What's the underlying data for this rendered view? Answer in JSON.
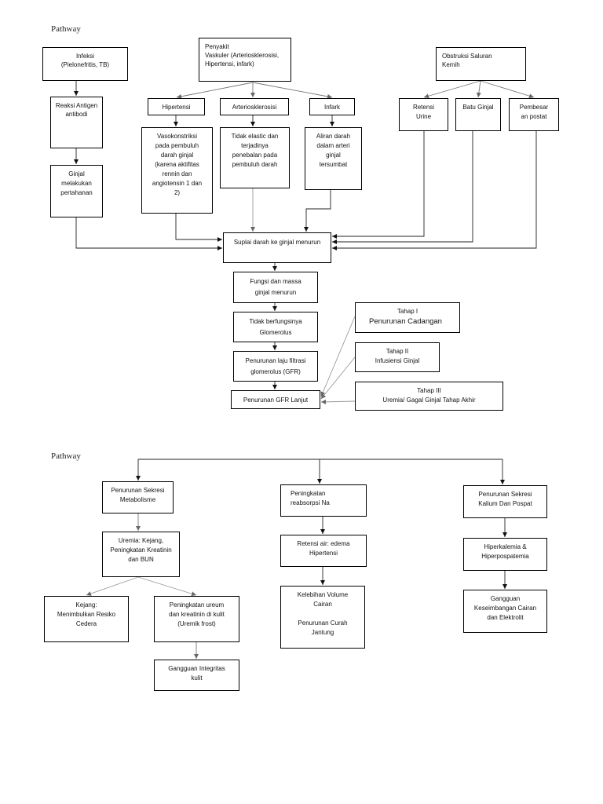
{
  "p1": {
    "heading": "Pathway",
    "nodes": {
      "infeksi": "Infeksi\n(Pielonefritis, TB)",
      "penyakit_vaskuler": "Penyakit\nVaskuler (Arteriosklerosisi,\nHipertensi, infark)",
      "obstruksi": "Obstruksi Saluran\nKemih",
      "reaksi_antigen": "Reaksi Antigen\nantibodi",
      "hipertensi": "Hipertensi",
      "arteriosklerosisi": "Arteriosklerosisi",
      "infark": "Infark",
      "retensi_urine": "Retensi\nUrine",
      "batu_ginjal": "Batu Ginjal",
      "pembesaran_postat": "Pembesar\nan postat",
      "vasokonstriksi": "Vasokonstriksi\npada pembuluh\ndarah ginjal\n(karena aktifitas\nrennin dan\nangiotensin 1 dan\n2)",
      "tidak_elastic": "Tidak elastic dan\nterjadinya\npenebalan pada\npembuluh darah",
      "aliran_darah": "Aliran darah\ndalam arteri\nginjal\ntersumbat",
      "ginjal_pertahanan": "Ginjal\nmelakukan\npertahanan",
      "suplai_darah": "Suplai darah ke ginjal menurun",
      "fungsi_massa": "Fungsi dan massa\nginjal menurun",
      "tidak_berfungsi": "Tidak berfungsinya\nGlomerolus",
      "penurunan_laju": "Penurunan laju filtrasi\nglomerolus (GFR)",
      "gfr_lanjut": "Penurunan GFR Lanjut"
    },
    "stages": [
      {
        "title": "Tahap I",
        "desc": "Penurunan Cadangan"
      },
      {
        "title": "Tahap II",
        "desc": "Infusiensi Ginjal"
      },
      {
        "title": "Tahap III",
        "desc": "Uremia/ Gagal Ginjal Tahap Akhir"
      }
    ]
  },
  "p2": {
    "heading": "Pathway",
    "nodes": {
      "penurunan_sekresi_metabolisme": "Penurunan Sekresi\nMetabolisme",
      "peningkatan_reabsorpsi": "Peningkatan\nreabsorpsi Na",
      "penurunan_sekresi_kalium": "Penurunan Sekresi\nKalium Dan Pospat",
      "uremia": "Uremia: Kejang,\nPeningkatan Kreatinin\ndan BUN",
      "retensi_air": "Retensi air: edema\nHipertensi",
      "hiperkalemia": "Hiperkalemia &\nHiperpospatemia",
      "kejang": "Kejang:\nMenimbulkan Resiko\nCedera",
      "peningkatan_ureum": "Peningkatan ureum\ndan kreatinin di kulit\n(Uremik frost)",
      "kelebihan_volume": "Kelebihan Volume\nCairan\n\nPenurunan Curah\nJantung",
      "gangguan_keseimbangan": "Gangguan\nKeseimbangan Cairan\ndan Elektrolit",
      "gangguan_integritas": "Gangguan Integritas\nkulit"
    }
  }
}
